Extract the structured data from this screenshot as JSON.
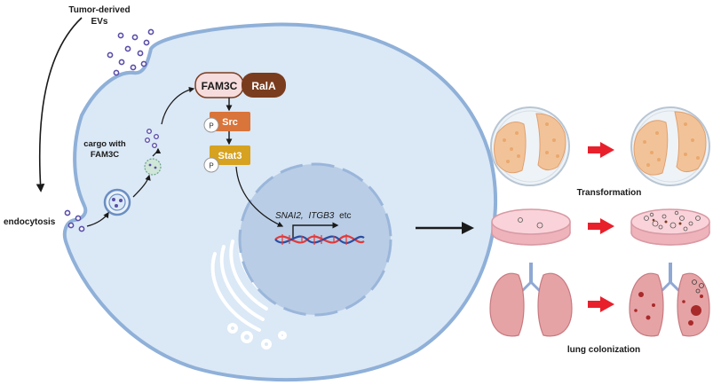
{
  "labels": {
    "tumor_evs_line1": "Tumor-derived",
    "tumor_evs_line2": "EVs",
    "endocytosis": "endocytosis",
    "cargo_line1": "cargo with",
    "cargo_line2": "FAM3C",
    "fam3c": "FAM3C",
    "rala": "RalA",
    "src": "Src",
    "stat3": "Stat3",
    "p1": "P",
    "p2": "P",
    "genes_snai2": "SNAI2,",
    "genes_itgb3": "ITGB3",
    "genes_etc": "etc",
    "transformation": "Transformation",
    "lung_colonization": "lung colonization"
  },
  "colors": {
    "cell_fill": "#dbe8f6",
    "cell_stroke": "#8fb0d8",
    "nucleus_fill": "#b9cde6",
    "fam3c_fill": "#f6dcdc",
    "rala_fill": "#7a3c1e",
    "src_fill": "#d9743a",
    "stat3_fill": "#d6a21f",
    "vesicle_dot": "#5a4fa8",
    "red_arrow": "#e8202c",
    "dna_red": "#e23a3a",
    "dna_blue": "#2b4da0"
  }
}
